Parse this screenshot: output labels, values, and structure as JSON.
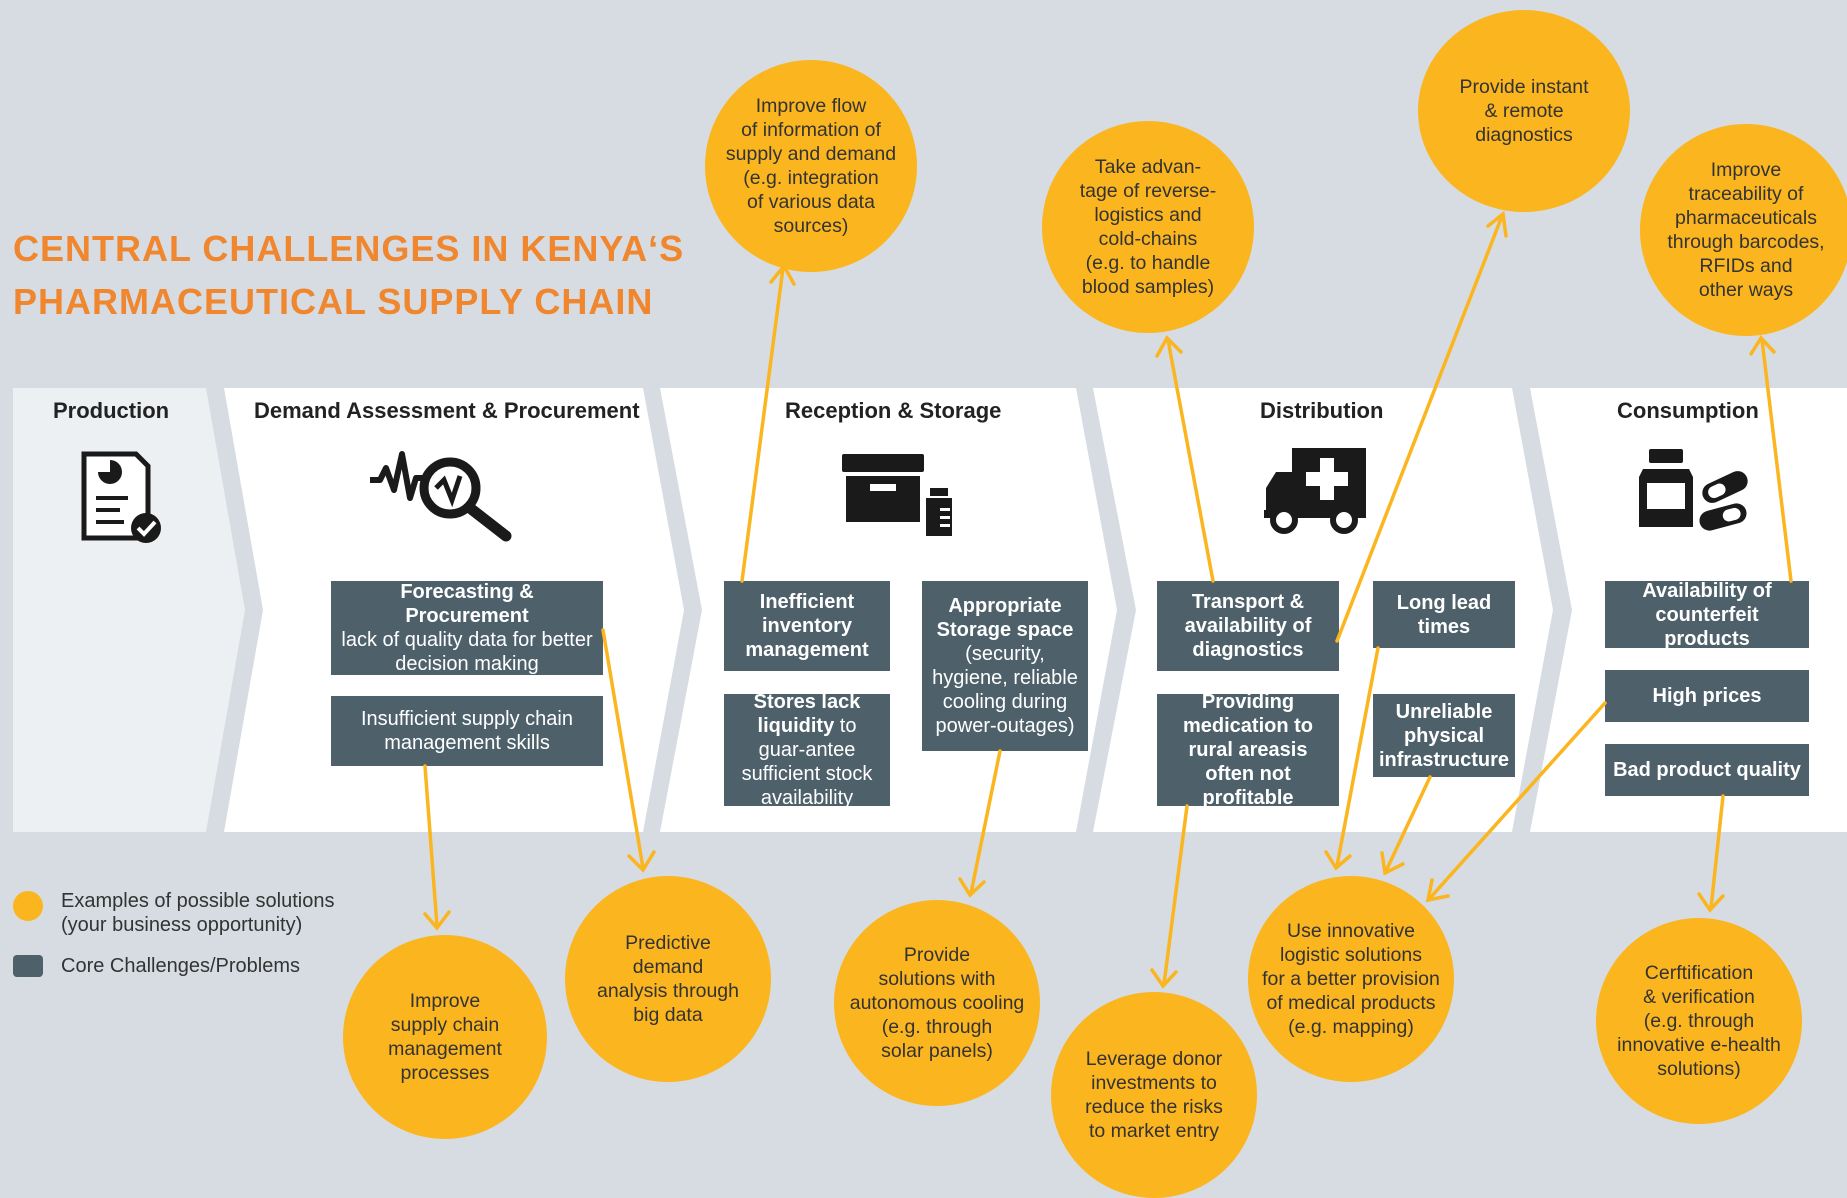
{
  "title": {
    "line1": "CENTRAL CHALLENGES IN KENYA‘S",
    "line2": "PHARMACEUTICAL SUPPLY CHAIN"
  },
  "stages": [
    {
      "label": "Production",
      "icon": "document-checklist-icon"
    },
    {
      "label": "Demand Assessment & Procurement",
      "icon": "wave-magnifier-icon"
    },
    {
      "label": "Reception & Storage",
      "icon": "storage-box-icon"
    },
    {
      "label": "Distribution",
      "icon": "ambulance-icon"
    },
    {
      "label": "Consumption",
      "icon": "medicine-bottle-pills-icon"
    }
  ],
  "challenges": {
    "forecasting": {
      "bold": "Forecasting & Procurement",
      "text": "lack of quality data for better decision making"
    },
    "skills": {
      "text": "Insufficient supply chain management skills"
    },
    "inventory": {
      "bold": "Inefficient inventory management"
    },
    "stores": {
      "bold": "Stores lack liquidity",
      "text": " to guar-antee sufficient stock availability"
    },
    "storage": {
      "bold": "Appropriate Storage space",
      "text": "(security, hygiene, reliable cooling during power-outages)"
    },
    "transport": {
      "bold": "Transport & availability of diagnostics"
    },
    "rural": {
      "bold": "Providing medication to rural areasis often not profitable"
    },
    "leadtimes": {
      "bold": "Long lead times"
    },
    "infrastructure": {
      "bold": "Unreliable physical infrastructure"
    },
    "counterfeit": {
      "bold": "Availability of counterfeit products"
    },
    "prices": {
      "bold": "High prices"
    },
    "quality": {
      "bold": "Bad product quality"
    }
  },
  "solutions": {
    "info_flow": "Improve flow\nof information of\nsupply and demand\n(e.g. integration\nof various data\nsources)",
    "reverse": "Take advan-\ntage of reverse-\nlogistics and\ncold-chains\n(e.g. to handle\nblood samples)",
    "diagnostics": "Provide instant\n& remote\ndiagnostics",
    "traceability": "Improve\ntraceability of\npharmaceuticals\nthrough barcodes,\nRFIDs and\nother ways",
    "scm": "Improve\nsupply chain\nmanagement\nprocesses",
    "predictive": "Predictive\ndemand\nanalysis through\nbig data",
    "cooling": "Provide\nsolutions with\nautonomous cooling\n(e.g. through\nsolar panels)",
    "donor": "Leverage donor\ninvestments to\nreduce the risks\nto market entry",
    "logistic": "Use innovative\nlogistic  solutions\nfor a better provision\nof medical products\n(e.g. mapping)",
    "certification": "Cerftification\n& verification\n(e.g. through\ninnovative e-health\nsolutions)"
  },
  "legend": {
    "solutions": "Examples of possible solutions\n(your business opportunity)",
    "challenges": "Core Challenges/Problems"
  },
  "colors": {
    "solution": "#fbb51e",
    "challenge": "#4e616b",
    "title": "#f0862d",
    "background": "#d6dce2"
  }
}
